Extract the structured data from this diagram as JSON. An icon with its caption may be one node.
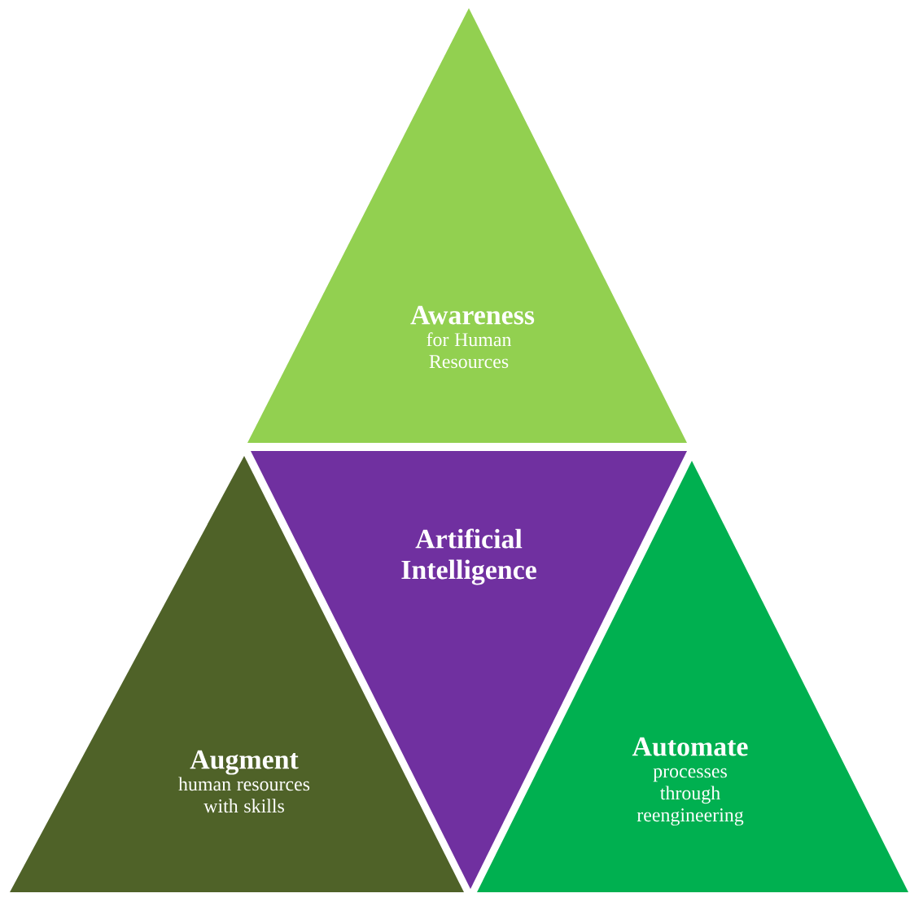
{
  "diagram": {
    "nodes": [
      {
        "text": [
          "Awareness",
          "for Human Resources"
        ]
      },
      {
        "text": [
          "Artificial Intelligence"
        ]
      },
      {
        "text": [
          "Augment",
          "human resources with skills"
        ]
      },
      {
        "text": [
          "Automate",
          "processes through reengineering"
        ]
      }
    ]
  }
}
